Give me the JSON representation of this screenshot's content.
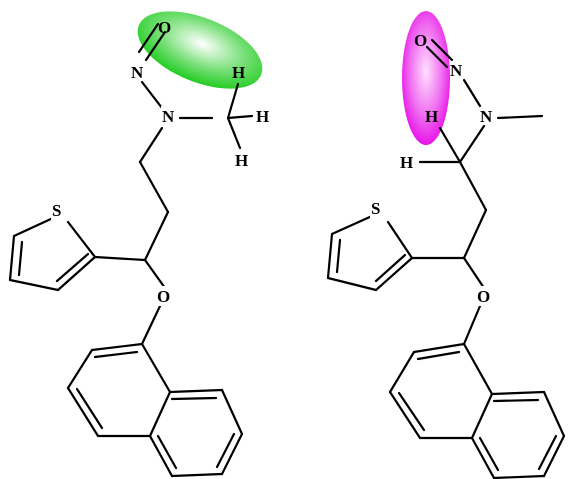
{
  "colors": {
    "bond": "#000000",
    "highlight_green": "#22cc22",
    "highlight_magenta": "#e600e6"
  },
  "left": {
    "atoms": {
      "o_nitroso": "O",
      "n_nitroso": "N",
      "n_amine": "N",
      "h_top": "H",
      "h_right": "H",
      "h_bottom": "H",
      "s_thiophene": "S",
      "o_ether": "O"
    }
  },
  "right": {
    "atoms": {
      "o_nitroso": "O",
      "n_nitroso": "N",
      "n_amine": "N",
      "h_upper": "H",
      "h_lower": "H",
      "s_thiophene": "S",
      "o_ether": "O"
    }
  }
}
